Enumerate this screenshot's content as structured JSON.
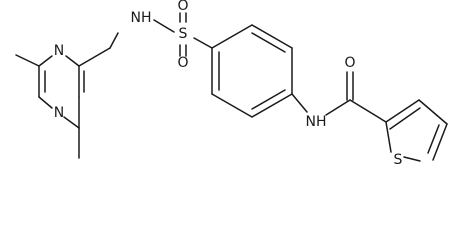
{
  "atoms": {
    "n_pyr_top": "N",
    "n_pyr_bottom": "N",
    "nh_sulfonamide": "NH",
    "s_sulfonyl": "S",
    "o_sulfonyl_top": "O",
    "o_sulfonyl_bottom": "O",
    "nh_amide": "NH",
    "o_carbonyl": "O",
    "s_thiophene": "S"
  }
}
